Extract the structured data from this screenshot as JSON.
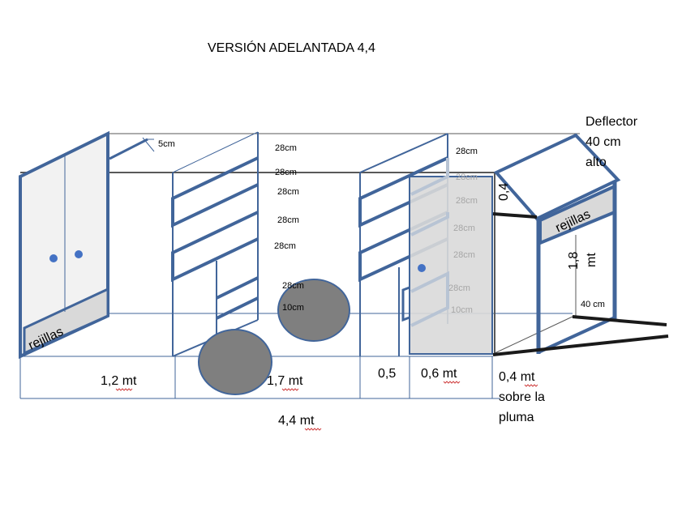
{
  "title": "VERSIÓN ADELANTADA 4,4",
  "annotations": {
    "gap": "5cm",
    "shelf_labels_left": [
      "28cm",
      "28cm",
      "28cm",
      "28cm",
      "28cm",
      "28cm",
      "10cm"
    ],
    "shelf_labels_right": [
      "28cm",
      "28cm",
      "28cm",
      "28cm",
      "28cm",
      "28cm",
      "10cm"
    ],
    "deflector": [
      "Deflector",
      "40 cm",
      "alto"
    ],
    "deflector_height": "0,4",
    "rejillas_left": "rejillas",
    "rejillas_right": "rejillas",
    "cab_height": [
      "1,8",
      "mt"
    ],
    "cab_depth": "40 cm"
  },
  "dimensions": {
    "d1": "1,2 mt",
    "d2": "1,7 mt",
    "d3": "0,5",
    "d4": "0,6 mt",
    "d5": [
      "0,4 mt",
      "sobre la",
      "pluma"
    ],
    "total": "4,4 mt"
  },
  "colors": {
    "outline": "#41659a",
    "wheel": "#7f7f7f",
    "panel": "#d9d9d9"
  }
}
